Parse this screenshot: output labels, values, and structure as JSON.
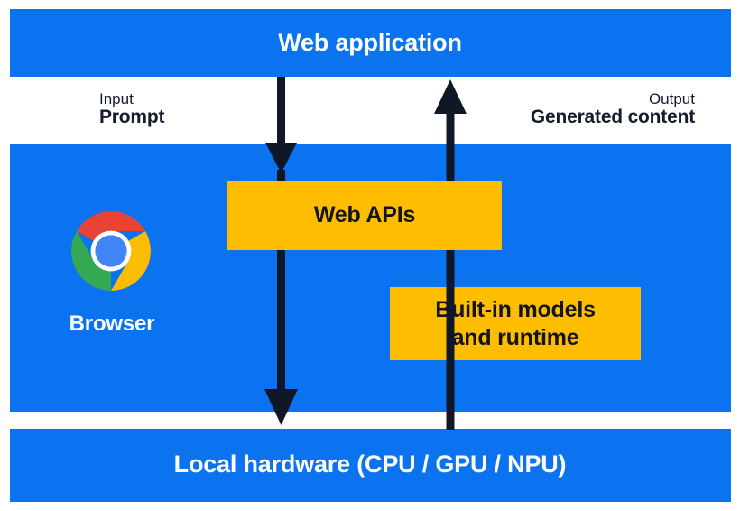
{
  "diagram": {
    "title": "Web application built-in AI architecture",
    "colors": {
      "blue": "#0B72F0",
      "amber": "#FFBD00",
      "ink": "#151C2C",
      "white": "#FFFFFF",
      "chrome_red": "#EA4335",
      "chrome_yellow": "#FBBC04",
      "chrome_green": "#34A853",
      "chrome_blue": "#4285F4"
    }
  },
  "bands": {
    "web_application": {
      "label": "Web application"
    },
    "browser": {
      "caption": "Browser",
      "logo_icon": "chrome-logo-icon"
    },
    "local_hardware": {
      "label": "Local hardware (CPU / GPU / NPU)"
    }
  },
  "annotations": {
    "input": {
      "kicker": "Input",
      "headline": "Prompt"
    },
    "output": {
      "kicker": "Output",
      "headline": "Generated content"
    }
  },
  "boxes": {
    "web_apis": {
      "label": "Web APIs"
    },
    "built_in_models": {
      "line1": "Built-in models",
      "line2": "and runtime"
    }
  },
  "arrows": {
    "down": {
      "icon": "arrow-down-icon",
      "description": "Prompt flows down from Web application through Web APIs to Local hardware"
    },
    "up": {
      "icon": "arrow-up-icon",
      "description": "Generated content flows up from Local hardware through built-in models and runtime to Web application"
    }
  }
}
